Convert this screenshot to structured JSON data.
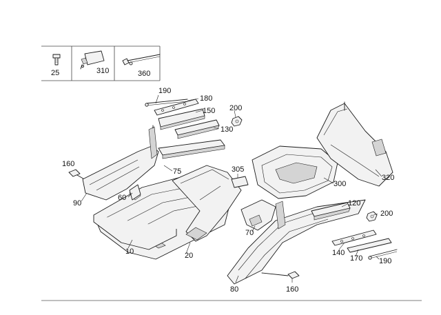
{
  "legend": [
    {
      "number": "25",
      "icon": "bolt-icon"
    },
    {
      "number": "310",
      "icon": "sealant-tube-icon"
    },
    {
      "number": "360",
      "icon": "long-bolt-icon"
    }
  ],
  "callouts": {
    "c190a": "190",
    "c180": "180",
    "c150": "150",
    "c200a": "200",
    "c130": "130",
    "c160a": "160",
    "c75": "75",
    "c305": "305",
    "c300": "300",
    "c320": "320",
    "c90": "90",
    "c60": "60",
    "c120": "120",
    "c200b": "200",
    "c70": "70",
    "c10": "10",
    "c20": "20",
    "c140": "140",
    "c170": "170",
    "c190b": "190",
    "c80": "80",
    "c160b": "160"
  }
}
